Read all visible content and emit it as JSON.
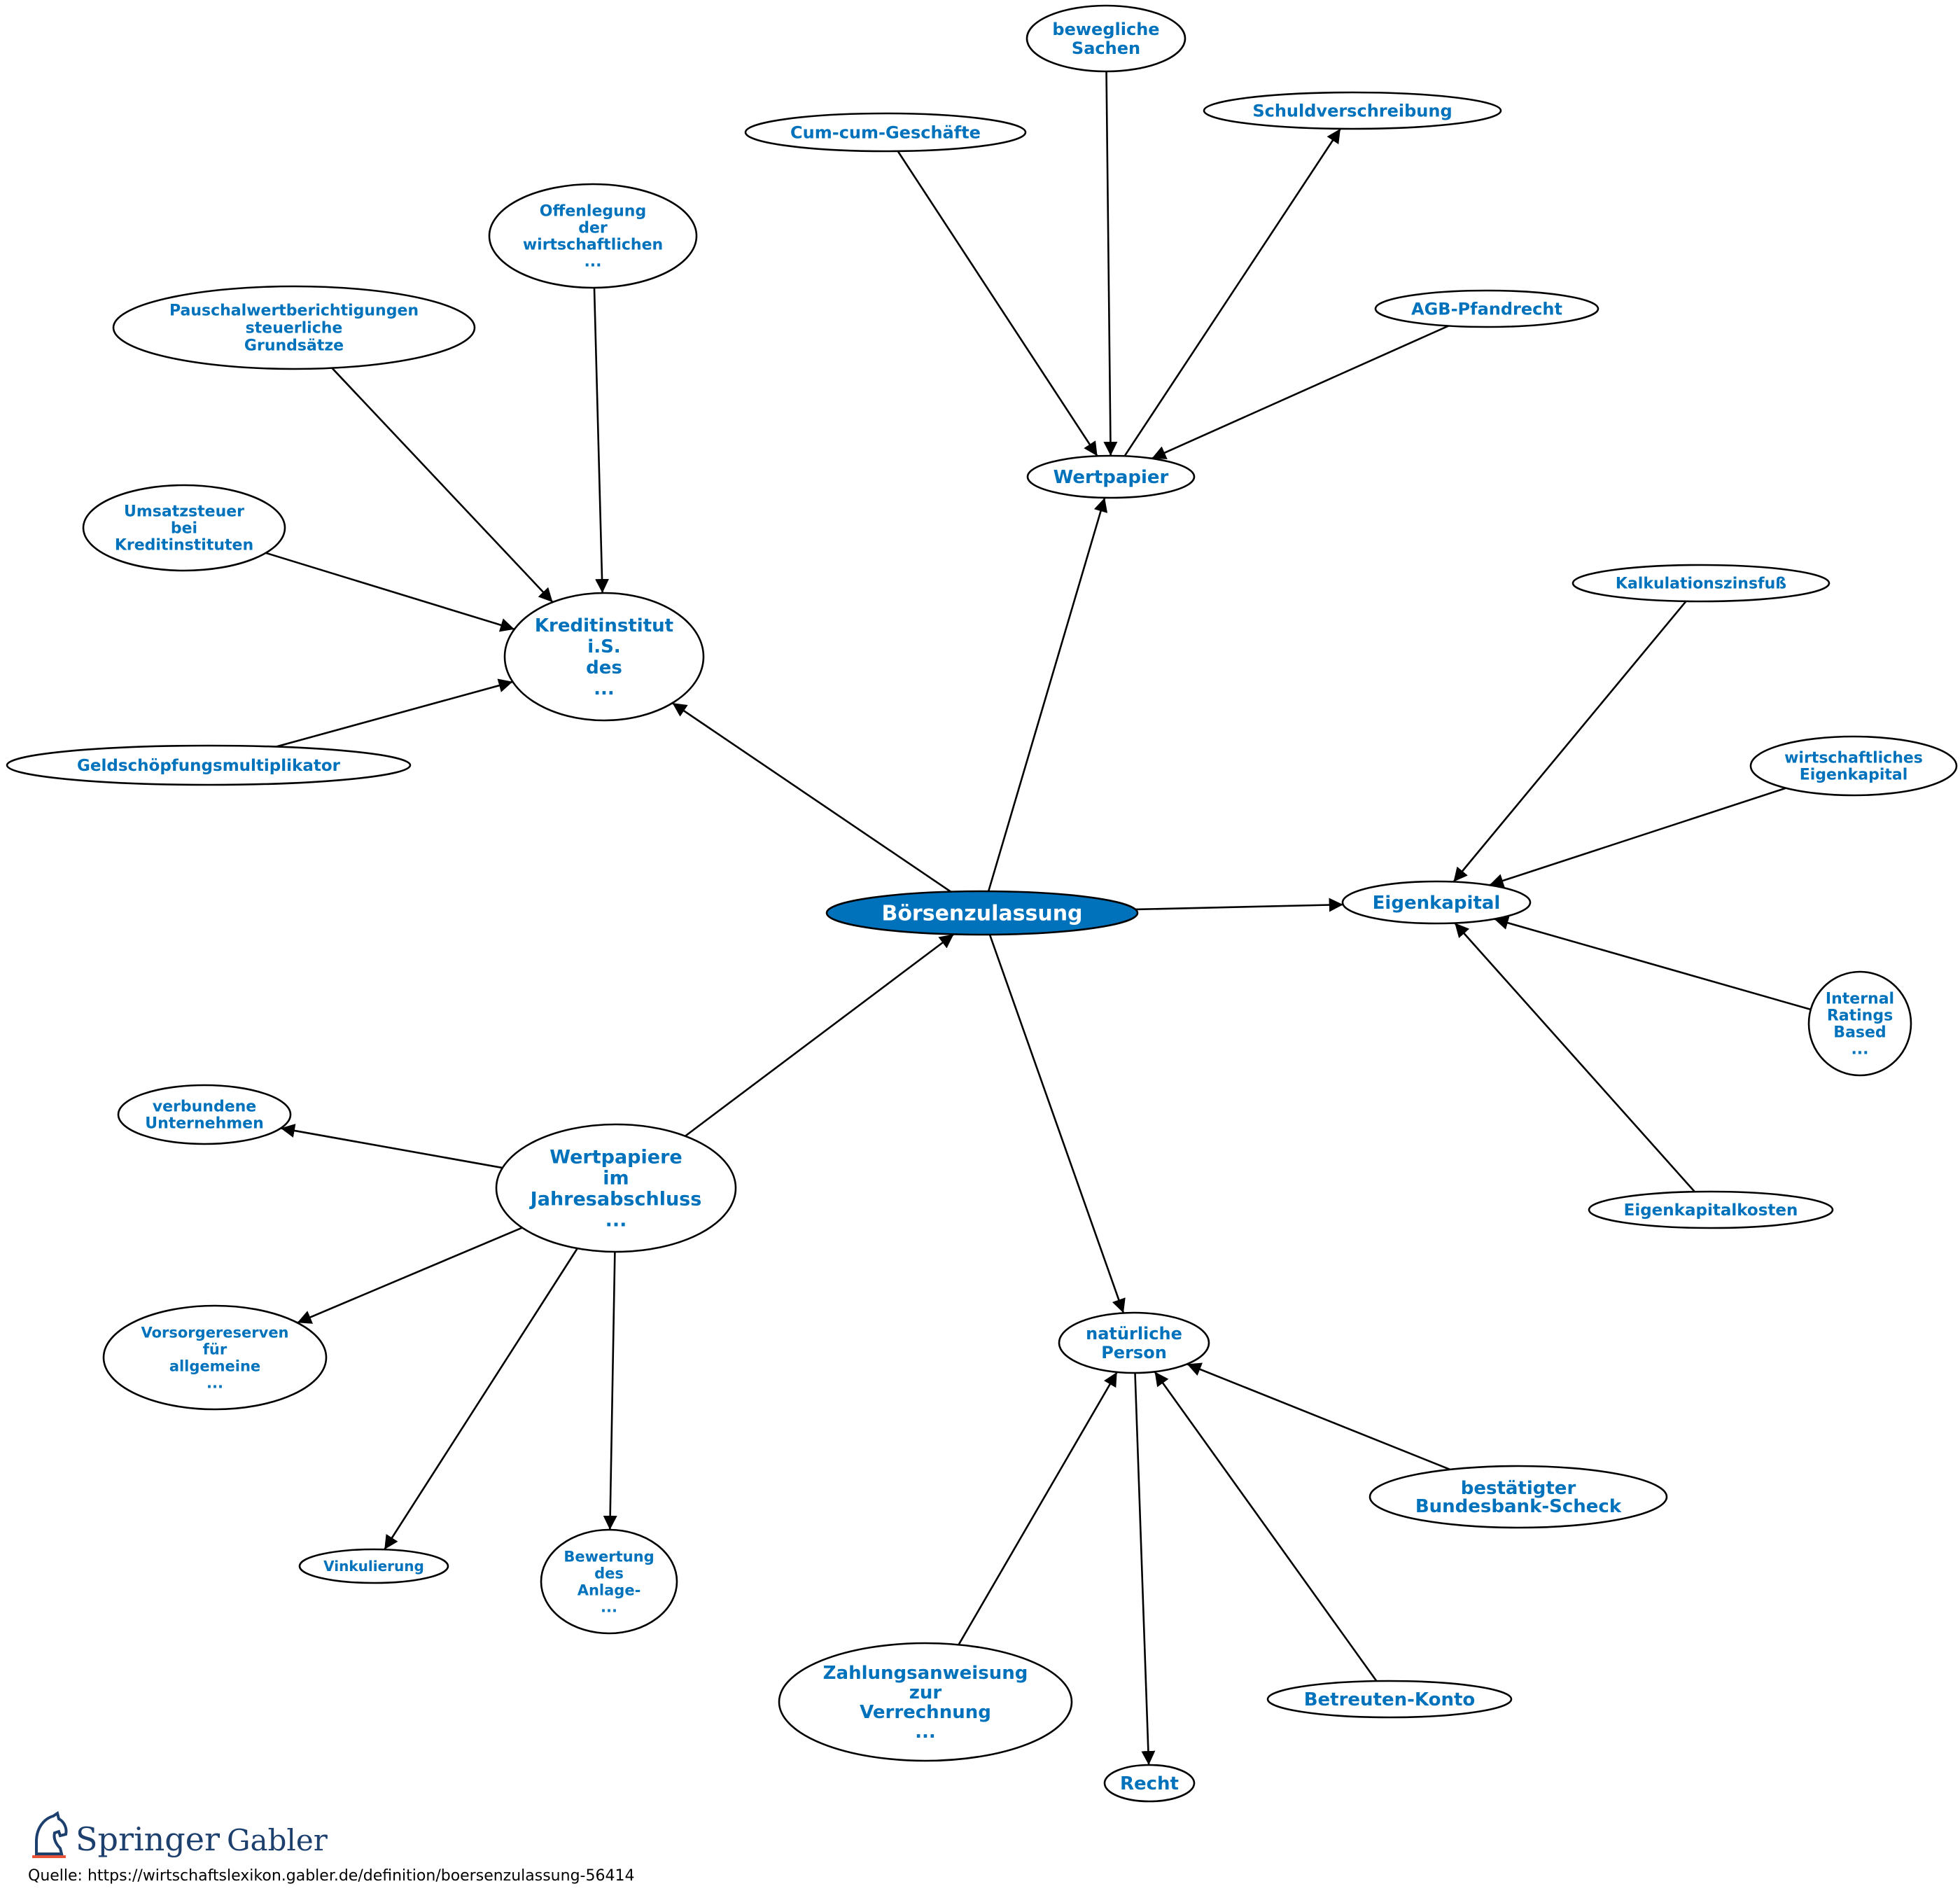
{
  "nodes": [
    {
      "id": "center",
      "lines": [
        "Börsenzulassung"
      ],
      "center": true,
      "interactable": true
    },
    {
      "id": "kredit",
      "lines": [
        "Kreditinstitut",
        "i.S.",
        "des",
        "..."
      ],
      "interactable": true
    },
    {
      "id": "wertpapier",
      "lines": [
        "Wertpapier"
      ],
      "interactable": true
    },
    {
      "id": "eigenkapital",
      "lines": [
        "Eigenkapital"
      ],
      "interactable": true
    },
    {
      "id": "natperson",
      "lines": [
        "natürliche",
        "Person"
      ],
      "interactable": true
    },
    {
      "id": "wpjahr",
      "lines": [
        "Wertpapiere",
        "im",
        "Jahresabschluss",
        "..."
      ],
      "interactable": true
    },
    {
      "id": "offen",
      "lines": [
        "Offenlegung",
        "der",
        "wirtschaftlichen",
        "..."
      ],
      "interactable": true
    },
    {
      "id": "pauschal",
      "lines": [
        "Pauschalwertberichtigungen",
        "steuerliche",
        "Grundsätze"
      ],
      "interactable": true
    },
    {
      "id": "umsatz",
      "lines": [
        "Umsatzsteuer",
        "bei",
        "Kreditinstituten"
      ],
      "interactable": true
    },
    {
      "id": "geld",
      "lines": [
        "Geldschöpfungsmultiplikator"
      ],
      "interactable": true
    },
    {
      "id": "cumcum",
      "lines": [
        "Cum-cum-Geschäfte"
      ],
      "interactable": true
    },
    {
      "id": "beweg",
      "lines": [
        "bewegliche",
        "Sachen"
      ],
      "interactable": true
    },
    {
      "id": "schuld",
      "lines": [
        "Schuldverschreibung"
      ],
      "interactable": true
    },
    {
      "id": "agb",
      "lines": [
        "AGB-Pfandrecht"
      ],
      "interactable": true
    },
    {
      "id": "kalk",
      "lines": [
        "Kalkulationszinsfuß"
      ],
      "interactable": true
    },
    {
      "id": "wirtek",
      "lines": [
        "wirtschaftliches",
        "Eigenkapital"
      ],
      "interactable": true
    },
    {
      "id": "irb",
      "lines": [
        "Internal",
        "Ratings",
        "Based",
        "..."
      ],
      "interactable": true
    },
    {
      "id": "ekkosten",
      "lines": [
        "Eigenkapitalkosten"
      ],
      "interactable": true
    },
    {
      "id": "verbunden",
      "lines": [
        "verbundene",
        "Unternehmen"
      ],
      "interactable": true
    },
    {
      "id": "vorsorge",
      "lines": [
        "Vorsorgereserven",
        "für",
        "allgemeine",
        "..."
      ],
      "interactable": true
    },
    {
      "id": "vinkul",
      "lines": [
        "Vinkulierung"
      ],
      "interactable": true
    },
    {
      "id": "bewertung",
      "lines": [
        "Bewertung",
        "des",
        "Anlage-",
        "..."
      ],
      "interactable": true
    },
    {
      "id": "zahlung",
      "lines": [
        "Zahlungsanweisung",
        "zur",
        "Verrechnung",
        "..."
      ],
      "interactable": true
    },
    {
      "id": "recht",
      "lines": [
        "Recht"
      ],
      "interactable": true
    },
    {
      "id": "betreuten",
      "lines": [
        "Betreuten-Konto"
      ],
      "interactable": true
    },
    {
      "id": "bestaetigt",
      "lines": [
        "bestätigter",
        "Bundesbank-Scheck"
      ],
      "interactable": true
    }
  ],
  "edges": [
    {
      "from": "center",
      "to": "kredit"
    },
    {
      "from": "center",
      "to": "wertpapier"
    },
    {
      "from": "center",
      "to": "eigenkapital"
    },
    {
      "from": "center",
      "to": "natperson"
    },
    {
      "from": "wpjahr",
      "to": "center"
    },
    {
      "from": "offen",
      "to": "kredit"
    },
    {
      "from": "pauschal",
      "to": "kredit"
    },
    {
      "from": "umsatz",
      "to": "kredit"
    },
    {
      "from": "geld",
      "to": "kredit"
    },
    {
      "from": "cumcum",
      "to": "wertpapier"
    },
    {
      "from": "beweg",
      "to": "wertpapier"
    },
    {
      "from": "wertpapier",
      "to": "schuld"
    },
    {
      "from": "agb",
      "to": "wertpapier"
    },
    {
      "from": "kalk",
      "to": "eigenkapital"
    },
    {
      "from": "wirtek",
      "to": "eigenkapital"
    },
    {
      "from": "irb",
      "to": "eigenkapital"
    },
    {
      "from": "ekkosten",
      "to": "eigenkapital"
    },
    {
      "from": "wpjahr",
      "to": "verbunden"
    },
    {
      "from": "wpjahr",
      "to": "vorsorge"
    },
    {
      "from": "wpjahr",
      "to": "vinkul"
    },
    {
      "from": "wpjahr",
      "to": "bewertung"
    },
    {
      "from": "zahlung",
      "to": "natperson"
    },
    {
      "from": "natperson",
      "to": "recht"
    },
    {
      "from": "betreuten",
      "to": "natperson"
    },
    {
      "from": "bestaetigt",
      "to": "natperson"
    }
  ],
  "logo": {
    "brand": "Springer",
    "imprint": "Gabler"
  },
  "source": "Quelle: https://wirtschaftslexikon.gabler.de/definition/boersenzulassung-56414",
  "colors": {
    "accent": "#0072bc",
    "label": "#0072bc",
    "stroke": "#000000",
    "logo": "#1c3f6e"
  }
}
